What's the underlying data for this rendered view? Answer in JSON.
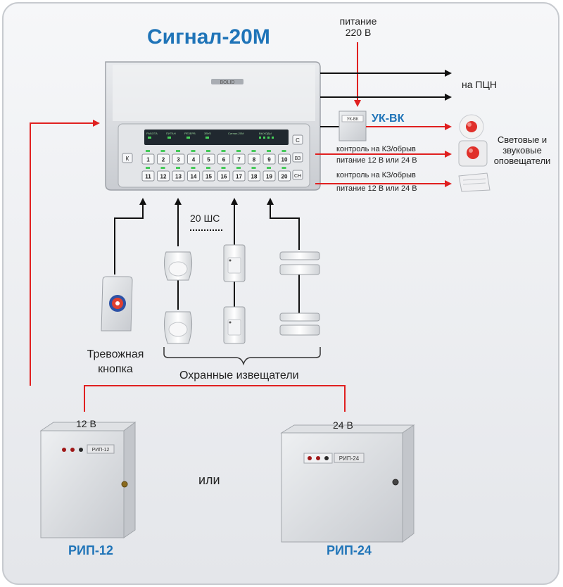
{
  "title": "Сигнал-20М",
  "power_label_1": "питание",
  "power_label_2": "220 В",
  "pcn_label": "на ПЦН",
  "ukvk_label": "УК-ВК",
  "ukvk_device_text": "УК-ВК",
  "notifiers": [
    "Световые и",
    "звуковые",
    "оповещатели"
  ],
  "line1": [
    "контроль на КЗ/обрыв",
    "питание 12 В или 24 В"
  ],
  "line2": [
    "контроль на КЗ/обрыв",
    "питание 12 В или 24 В"
  ],
  "shs_label": "20 ШС",
  "panic_label": [
    "Тревожная",
    "кнопка"
  ],
  "detectors_label": "Охранные извещатели",
  "v12": "12 В",
  "v24": "24 В",
  "or_label": "или",
  "rip12": "РИП-12",
  "rip24": "РИП-24",
  "rip12_plate": "РИП-12",
  "rip24_plate": "РИП-24",
  "brand": "BOLID",
  "keypad": {
    "row1": [
      "1",
      "2",
      "3",
      "4",
      "5",
      "6",
      "7",
      "8",
      "9",
      "10"
    ],
    "row2": [
      "11",
      "12",
      "13",
      "14",
      "15",
      "16",
      "17",
      "18",
      "19",
      "20"
    ],
    "side_keys": [
      "С",
      "ВЗ",
      "СН"
    ],
    "left_key": "К",
    "display_labels": [
      "РАБОТА",
      "ПИТАН",
      "РЕЗЕРВ",
      "ЗВУК",
      "Сигнал-20М",
      "ВЫХОДЫ"
    ]
  },
  "colors": {
    "accent_blue": "#1f74b8",
    "wire_red": "#e02020",
    "arrow_black": "#111111"
  }
}
